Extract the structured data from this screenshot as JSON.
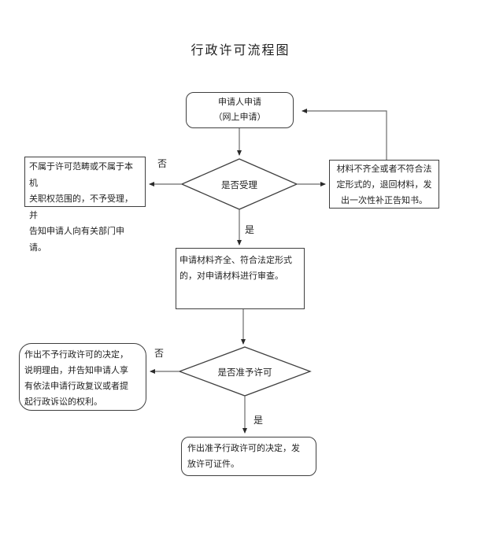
{
  "title": "行政许可流程图",
  "colors": {
    "background": "#ffffff",
    "border": "#3f3f3f",
    "line": "#6b6b6b",
    "text": "#1f1f1f"
  },
  "nodes": {
    "start": {
      "shape": "rounded-rectangle",
      "label": "申请人申请\n（网上申请）"
    },
    "accept_decision": {
      "shape": "diamond",
      "label": "是否受理"
    },
    "not_accepted": {
      "shape": "rectangle",
      "label": "不属于许可范畴或不属于本机\n关职权范围的，不予受理，并\n告知申请人向有关部门申请。"
    },
    "supplement": {
      "shape": "rectangle",
      "label": "材料不齐全或者不符合法\n定形式的，退回材料，发\n出一次性补正告知书。"
    },
    "review": {
      "shape": "rectangle",
      "label": "申请材料齐全、符合法定形式\n的，对申请材料进行审查。"
    },
    "grant_decision": {
      "shape": "diamond",
      "label": "是否准予许可"
    },
    "deny": {
      "shape": "rounded-rectangle",
      "label": "作出不予行政许可的决定，\n说明理由，并告知申请人享\n有依法申请行政复议或者提\n起行政诉讼的权利。"
    },
    "grant": {
      "shape": "rounded-rectangle",
      "label": "作出准予行政许可的决定，发\n放许可证件。"
    }
  },
  "edge_labels": {
    "accept_no": "否",
    "accept_yes": "是",
    "grant_no": "否",
    "grant_yes": "是"
  }
}
